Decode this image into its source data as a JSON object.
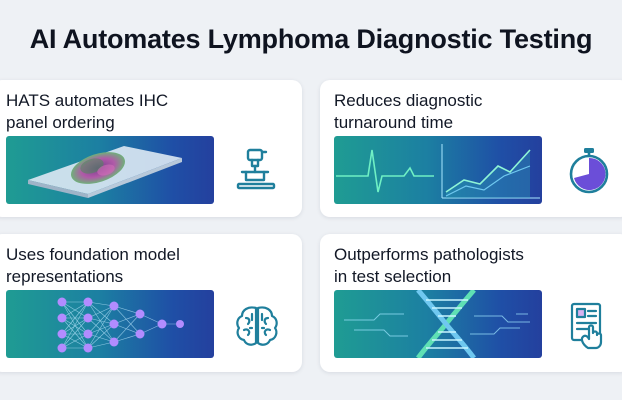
{
  "title": "AI Automates Lymphoma Diagnostic Testing",
  "cards": [
    {
      "title_line1": "HATS automates IHC",
      "title_line2": "panel ordering",
      "icon": "microscope-icon"
    },
    {
      "title_line1": "Reduces diagnostic",
      "title_line2": "turnaround time",
      "icon": "stopwatch-icon"
    },
    {
      "title_line1": "Uses foundation model",
      "title_line2": "representations",
      "icon": "brain-icon"
    },
    {
      "title_line1": "Outperforms pathologists",
      "title_line2": "in test selection",
      "icon": "document-touch-icon"
    }
  ],
  "colors": {
    "background": "#eef1f5",
    "card": "#ffffff",
    "icon": "#1f7f9c",
    "accent_green": "#5fe0b4",
    "banner_start": "#1f9c93",
    "banner_end": "#24409e"
  }
}
